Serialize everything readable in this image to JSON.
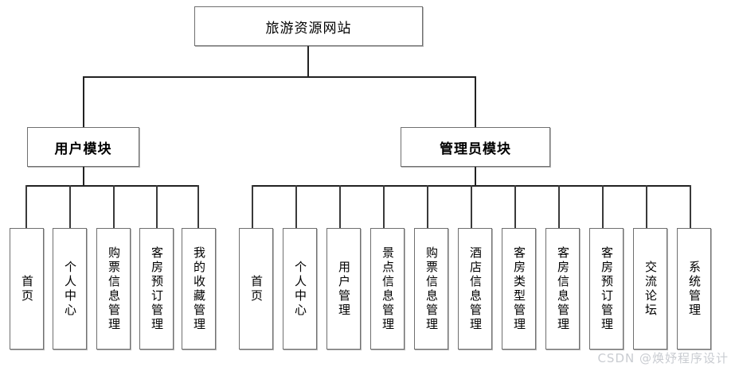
{
  "diagram": {
    "type": "tree",
    "title": "旅游资源网站",
    "root": {
      "label": "旅游资源网站"
    },
    "modules": [
      {
        "id": "user-module",
        "label": "用户模块",
        "leaves": [
          {
            "label": "首页"
          },
          {
            "label": "个人中心"
          },
          {
            "label": "购票信息管理"
          },
          {
            "label": "客房预订管理"
          },
          {
            "label": "我的收藏管理"
          }
        ]
      },
      {
        "id": "admin-module",
        "label": "管理员模块",
        "leaves": [
          {
            "label": "首页"
          },
          {
            "label": "个人中心"
          },
          {
            "label": "用户管理"
          },
          {
            "label": "景点信息管理"
          },
          {
            "label": "购票信息管理"
          },
          {
            "label": "酒店信息管理"
          },
          {
            "label": "客房类型管理"
          },
          {
            "label": "客房信息管理"
          },
          {
            "label": "客房预订管理"
          },
          {
            "label": "交流论坛"
          },
          {
            "label": "系统管理"
          }
        ]
      }
    ]
  },
  "watermark": {
    "text": "CSDN @焕妤程序设计"
  },
  "colors": {
    "background": "#ffffff",
    "box_border": "#6f6f6f",
    "line": "#222222",
    "text": "#000000",
    "watermark": "#c9ccd1"
  }
}
